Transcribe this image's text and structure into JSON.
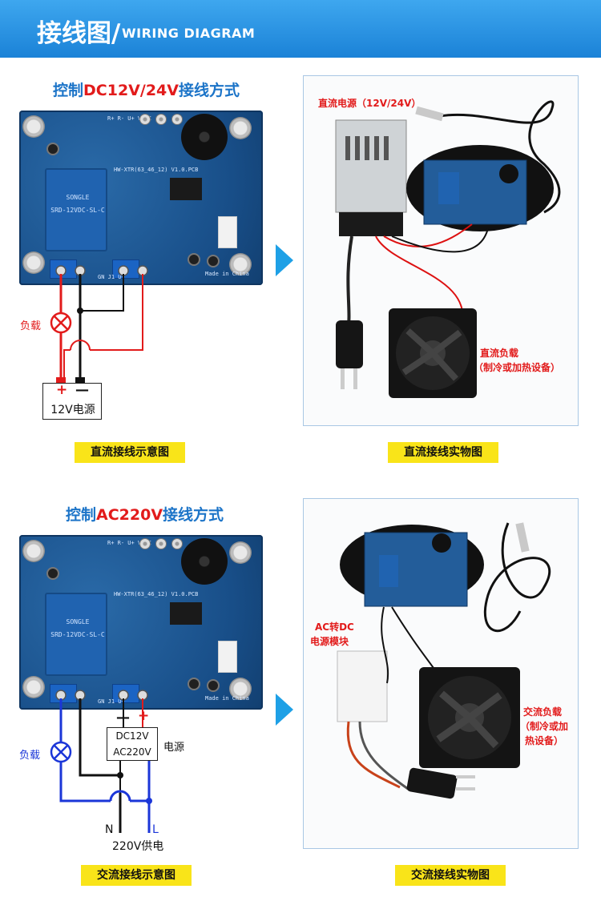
{
  "header": {
    "title_zh": "接线图/",
    "title_en": "WIRING DIAGRAM"
  },
  "dc": {
    "title_prefix": "控制",
    "title_highlight": "DC12V/24V",
    "title_suffix": "接线方式",
    "load_label": "负载",
    "psu_plus": "+",
    "psu_minus": "—",
    "psu_label": "12V电源",
    "diagram_caption": "直流接线示意图",
    "photo_caption": "直流接线实物图",
    "photo_psu_label": "直流电源（12V/24V）",
    "photo_load_label_1": "直流负载",
    "photo_load_label_2": "（制冷或加热设备）"
  },
  "ac": {
    "title_prefix": "控制",
    "title_highlight": "AC220V",
    "title_suffix": "接线方式",
    "load_label": "负载",
    "box_top": "DC12V",
    "box_bottom": "AC220V",
    "box_side": "电源",
    "terminal_minus": "—",
    "terminal_plus": "+",
    "n_label": "N",
    "l_label": "L",
    "supply_label": "220V供电",
    "diagram_caption": "交流接线示意图",
    "photo_caption": "交流接线实物图",
    "photo_module_label_1": "AC转DC",
    "photo_module_label_2": "电源模块",
    "photo_load_label_1": "交流负载",
    "photo_load_label_2": "（制冷或加",
    "photo_load_label_3": "热设备）"
  },
  "board": {
    "relay_text_1": "SONGLE",
    "relay_text_2": "SRD-12VDC-SL-C",
    "pcb_text": "HW-XTR(63_46_12) V1.0.PCB",
    "terminals": "GN    J1  U+",
    "top_pins": "R+  R-   U+ VP  C",
    "made_in": "Made in China"
  },
  "colors": {
    "accent": "#1b82d7",
    "red_wire": "#e21b1b",
    "blue_wire": "#1b36d8",
    "caption_bg": "#f9e419"
  }
}
